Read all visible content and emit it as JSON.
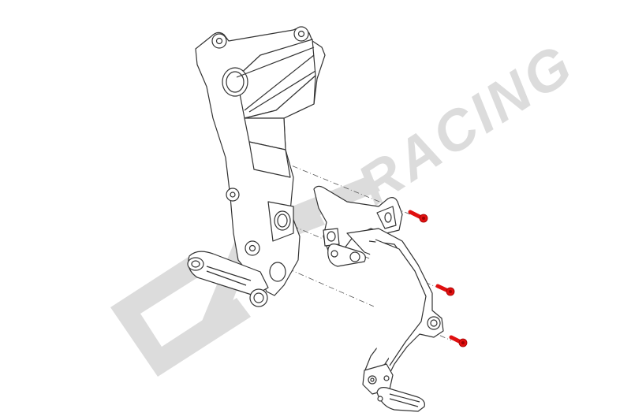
{
  "diagram": {
    "type": "exploded-view assembly",
    "subject": "motorcycle rearset footpeg bracket mounting to frame plate",
    "parts": [
      {
        "name": "frame-mounting-plate",
        "description": "original frame side plate with lower peg hanger"
      },
      {
        "name": "rearset-bracket",
        "description": "aftermarket rearset bracket with footpeg and lever"
      },
      {
        "name": "bolt-1",
        "color": "#e01010",
        "position": "upper"
      },
      {
        "name": "bolt-2",
        "color": "#e01010",
        "position": "middle"
      },
      {
        "name": "bolt-3",
        "color": "#e01010",
        "position": "lower"
      }
    ],
    "assembly_lines": 3
  },
  "watermark": {
    "brand_left": "CNC",
    "brand_right": "RACING",
    "color": "#dcdcdc"
  },
  "colors": {
    "background": "#ffffff",
    "line": "#333333",
    "bolt": "#e01010",
    "watermark": "#dcdcdc"
  }
}
